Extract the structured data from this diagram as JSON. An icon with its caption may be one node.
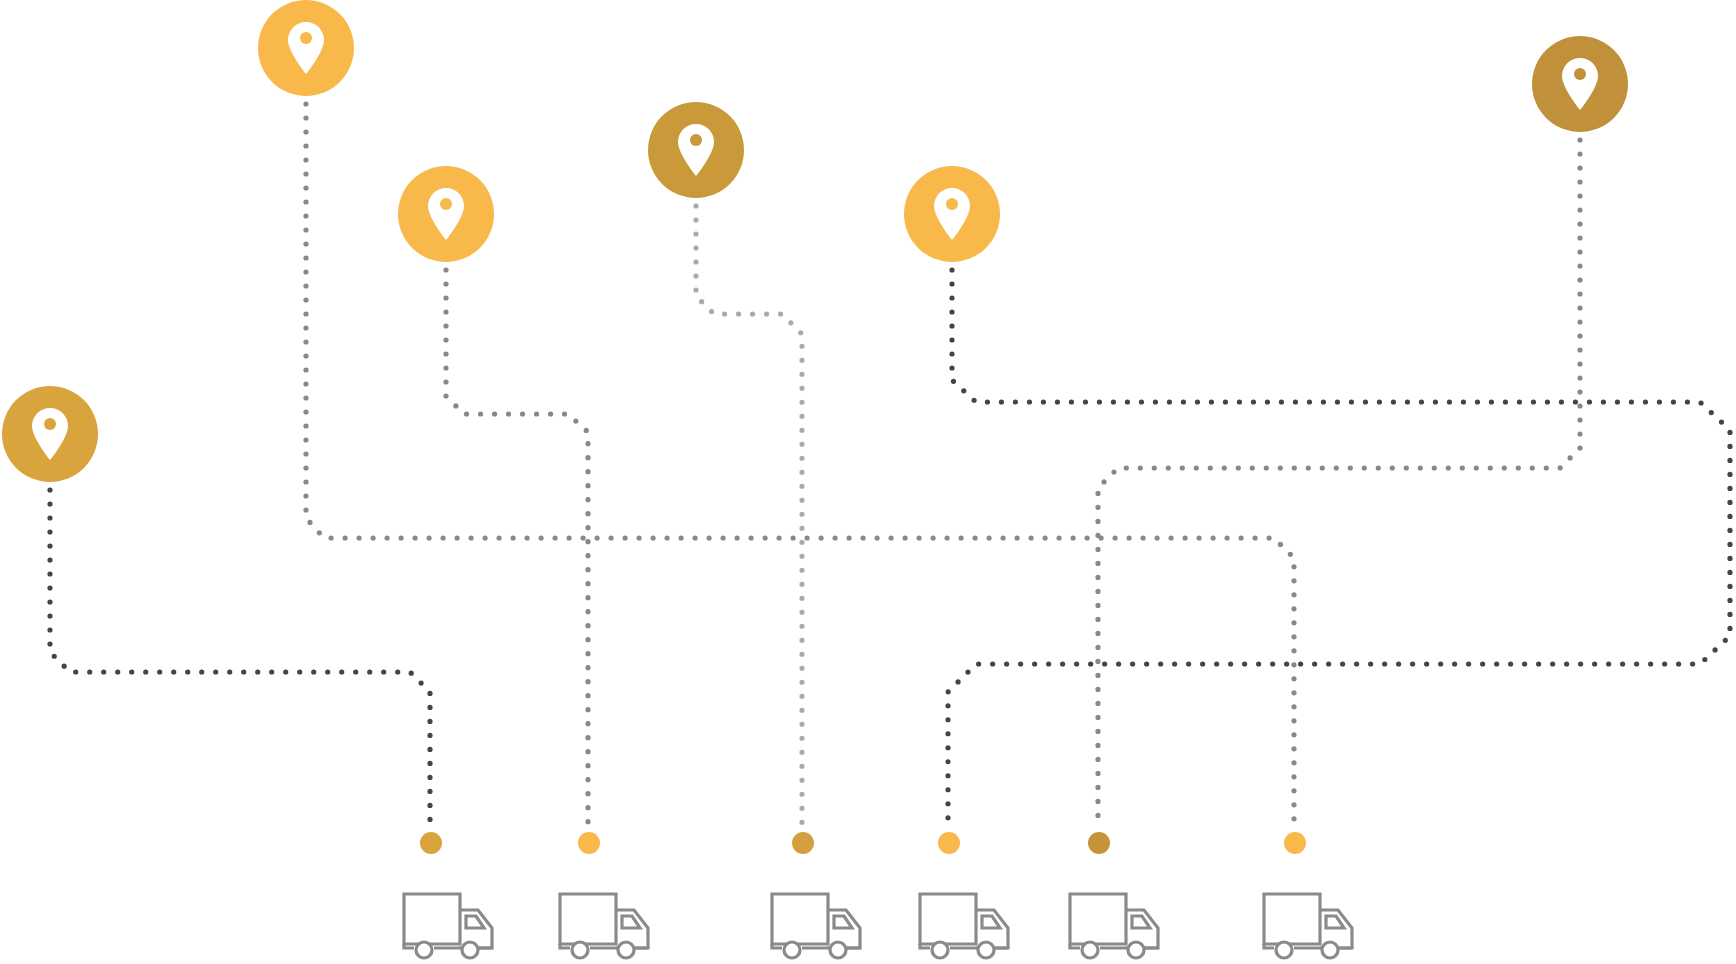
{
  "diagram": {
    "nodes": [
      {
        "text": [],
        "shape": "circle"
      },
      {
        "text": [],
        "shape": "circle"
      },
      {
        "text": [],
        "shape": "circle"
      },
      {
        "text": [],
        "shape": "circle"
      },
      {
        "text": [],
        "shape": "circle"
      },
      {
        "text": [],
        "shape": "circle"
      },
      {
        "text": [],
        "shape": "circle"
      },
      {
        "text": [],
        "shape": "circle"
      },
      {
        "text": [],
        "shape": "circle"
      },
      {
        "text": [],
        "shape": "circle"
      },
      {
        "text": [],
        "shape": "circle"
      },
      {
        "text": [],
        "shape": "circle"
      }
    ],
    "edges": [
      {
        "from": 0,
        "to": 6,
        "arrow": "none",
        "style": "dashed",
        "color": "#444444"
      },
      {
        "from": 1,
        "to": 11,
        "arrow": "none",
        "style": "dashed",
        "color": "#888888"
      },
      {
        "from": 2,
        "to": 7,
        "arrow": "none",
        "style": "dashed",
        "color": "#888888"
      },
      {
        "from": 3,
        "to": 8,
        "arrow": "none",
        "style": "dashed",
        "color": "#aaaaaa"
      },
      {
        "from": 4,
        "to": 9,
        "arrow": "none",
        "style": "dashed",
        "color": "#444444"
      },
      {
        "from": 5,
        "to": 10,
        "arrow": "none",
        "style": "dashed",
        "color": "#888888"
      }
    ]
  }
}
